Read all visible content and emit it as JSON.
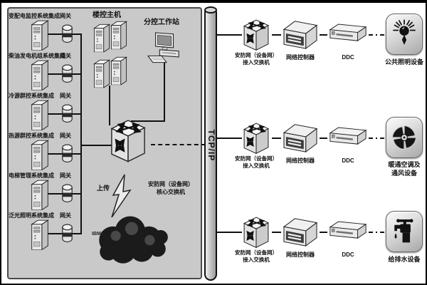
{
  "left_panel": {
    "subsystems": [
      {
        "label": "变配电监控系统集成",
        "gateway_label": "网关"
      },
      {
        "label": "柴油发电机组系统集成",
        "gateway_label": "网关"
      },
      {
        "label": "冷源群控系统集成",
        "gateway_label": "网关"
      },
      {
        "label": "热源群控系统集成",
        "gateway_label": "网关"
      },
      {
        "label": "电梯管理系统集成",
        "gateway_label": "网关"
      },
      {
        "label": "泛光照明系统集成",
        "gateway_label": "网关"
      }
    ],
    "host_label": "楼控主机",
    "workstation_label": "分控工作站",
    "core_switch_label_line1": "安防网（设备网）",
    "core_switch_label_line2": "核心交换机",
    "upload_label": "上传",
    "cloud_label": "IBMS"
  },
  "backbone": {
    "label": "TCP/IP"
  },
  "chains": [
    {
      "access_switch_line1": "安防网（设备网）",
      "access_switch_line2": "接入交换机",
      "controller_label": "网络控制器",
      "ddc_label": "DDC",
      "device_lines": [
        "公共照明设备"
      ],
      "device_icon": "light-bulb-icon"
    },
    {
      "access_switch_line1": "安防网（设备网）",
      "access_switch_line2": "接入交换机",
      "controller_label": "网络控制器",
      "ddc_label": "DDC",
      "device_lines": [
        "暖通空调及",
        "通风设备"
      ],
      "device_icon": "fan-icon"
    },
    {
      "access_switch_line1": "安防网（设备网）",
      "access_switch_line2": "接入交换机",
      "controller_label": "网络控制器",
      "ddc_label": "DDC",
      "device_lines": [
        "给排水设备"
      ],
      "device_icon": "water-faucet-icon"
    }
  ],
  "icons": {
    "left_rows": "server-icon + gateway-icon",
    "center": [
      "server-icon",
      "workstation-icon",
      "core-switch-icon",
      "lightning-icon",
      "cloud-icon"
    ],
    "chain": [
      "access-switch-icon",
      "network-controller-icon",
      "ddc-icon"
    ],
    "devices": [
      "light-bulb-icon",
      "fan-icon",
      "water-faucet-icon"
    ]
  },
  "colors": {
    "panel_bg": "#c9c9c9",
    "line": "#111111",
    "cloud": "#1b1b1b",
    "backbone_fill": "#bdbdbd",
    "icon_glyph": "#111111"
  }
}
